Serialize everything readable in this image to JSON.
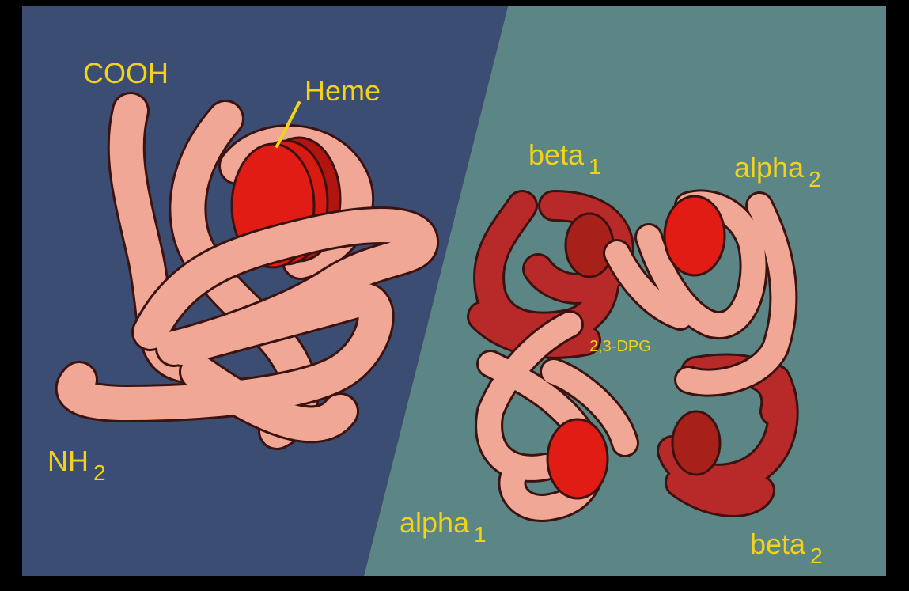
{
  "colors": {
    "left_background": "#3c4d73",
    "right_background": "#5c8586",
    "light_chain": "#f0a796",
    "dark_chain": "#b82a2a",
    "heme": "#dd1a12",
    "outline": "#3a1210",
    "label": "#f2d21a",
    "frame": "#000000"
  },
  "labels": {
    "cooh": "COOH",
    "heme": "Heme",
    "nh2_main": "NH",
    "nh2_sub": "2",
    "beta1_main": "beta",
    "beta1_sub": "1",
    "alpha2_main": "alpha",
    "alpha2_sub": "2",
    "dpg": "2,3-DPG",
    "alpha1_main": "alpha",
    "alpha1_sub": "1",
    "beta2_main": "beta",
    "beta2_sub": "2"
  }
}
